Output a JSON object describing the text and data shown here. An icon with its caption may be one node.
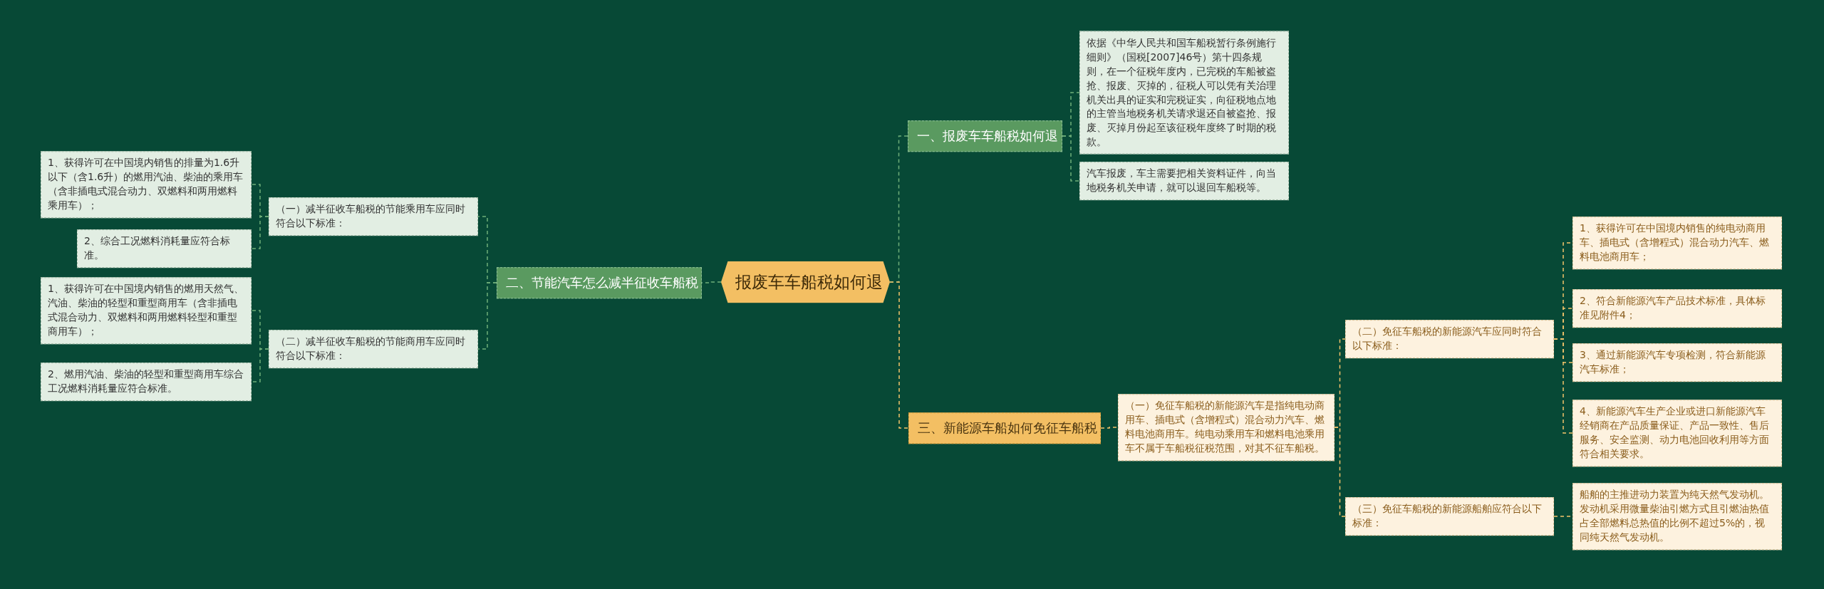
{
  "diagram": {
    "nodes": [
      {
        "text": [
          "报废车车船税如何退"
        ]
      },
      {
        "text": [
          "一、报废车车船税如何退"
        ]
      },
      {
        "text": [
          "依据《中华人民共和国车船税暂行条例施行细则》（国税[2007]46号）第十四条规则，在一个征税年度内，已完税的车船被盗抢、报废、灭掉的，征税人可以凭有关治理机关出具的证实和完税证实，向征税地点地的主管当地税务机关请求退还自被盗抢、报废、灭掉月份起至该征税年度终了时期的税款。"
        ]
      },
      {
        "text": [
          "汽车报废，车主需要把相关资料证件，向当地税务机关申请，就可以退回车船税等。"
        ]
      },
      {
        "text": [
          "二、节能汽车怎么减半征收车船税"
        ]
      },
      {
        "text": [
          "（一）减半征收车船税的节能乘用车应同时符合以下标准："
        ]
      },
      {
        "text": [
          "1、获得许可在中国境内销售的排量为1.6升以下（含1.6升）的燃用汽油、柴油的乘用车（含非插电式混合动力、双燃料和两用燃料乘用车）；"
        ]
      },
      {
        "text": [
          "2、综合工况燃料消耗量应符合标准。"
        ]
      },
      {
        "text": [
          "（二）减半征收车船税的节能商用车应同时符合以下标准："
        ]
      },
      {
        "text": [
          "1、获得许可在中国境内销售的燃用天然气、汽油、柴油的轻型和重型商用车（含非插电式混合动力、双燃料和两用燃料轻型和重型商用车）；"
        ]
      },
      {
        "text": [
          "2、燃用汽油、柴油的轻型和重型商用车综合工况燃料消耗量应符合标准。"
        ]
      },
      {
        "text": [
          "三、新能源车船如何免征车船税"
        ]
      },
      {
        "text": [
          "（一）免征车船税的新能源汽车是指纯电动商用车、插电式（含增程式）混合动力汽车、燃料电池商用车。纯电动乘用车和燃料电池乘用车不属于车船税征税范围，对其不征车船税。"
        ]
      },
      {
        "text": [
          "（二）免征车船税的新能源汽车应同时符合以下标准："
        ]
      },
      {
        "text": [
          "1、获得许可在中国境内销售的纯电动商用车、插电式（含增程式）混合动力汽车、燃料电池商用车；"
        ]
      },
      {
        "text": [
          "2、符合新能源汽车产品技术标准，具体标准见附件4；"
        ]
      },
      {
        "text": [
          "3、通过新能源汽车专项检测，符合新能源汽车标准；"
        ]
      },
      {
        "text": [
          "4、新能源汽车生产企业或进口新能源汽车经销商在产品质量保证、产品一致性、售后服务、安全监测、动力电池回收利用等方面符合相关要求。"
        ]
      },
      {
        "text": [
          "（三）免征车船税的新能源船舶应符合以下标准："
        ]
      },
      {
        "text": [
          "船舶的主推进动力装置为纯天然气发动机。发动机采用微量柴油引燃方式且引燃油热值占全部燃料总热值的比例不超过5%的，视同纯天然气发动机。"
        ]
      }
    ],
    "edges": [
      {
        "from": 0,
        "to": 1,
        "arrow": "none",
        "style": "dashed"
      },
      {
        "from": 1,
        "to": 2,
        "arrow": "none",
        "style": "dashed"
      },
      {
        "from": 1,
        "to": 3,
        "arrow": "none",
        "style": "dashed"
      },
      {
        "from": 0,
        "to": 4,
        "arrow": "none",
        "style": "dashed"
      },
      {
        "from": 4,
        "to": 5,
        "arrow": "none",
        "style": "dashed"
      },
      {
        "from": 5,
        "to": 6,
        "arrow": "none",
        "style": "dashed"
      },
      {
        "from": 5,
        "to": 7,
        "arrow": "none",
        "style": "dashed"
      },
      {
        "from": 4,
        "to": 8,
        "arrow": "none",
        "style": "dashed"
      },
      {
        "from": 8,
        "to": 9,
        "arrow": "none",
        "style": "dashed"
      },
      {
        "from": 8,
        "to": 10,
        "arrow": "none",
        "style": "dashed"
      },
      {
        "from": 0,
        "to": 11,
        "arrow": "none",
        "style": "dashed",
        "color": "#f3c46b"
      },
      {
        "from": 11,
        "to": 12,
        "arrow": "none",
        "style": "dashed",
        "color": "#f3c46b"
      },
      {
        "from": 12,
        "to": 13,
        "arrow": "none",
        "style": "dashed",
        "color": "#f3c46b"
      },
      {
        "from": 13,
        "to": 14,
        "arrow": "none",
        "style": "dashed",
        "color": "#f3c46b"
      },
      {
        "from": 13,
        "to": 15,
        "arrow": "none",
        "style": "dashed",
        "color": "#f3c46b"
      },
      {
        "from": 13,
        "to": 16,
        "arrow": "none",
        "style": "dashed",
        "color": "#f3c46b"
      },
      {
        "from": 13,
        "to": 17,
        "arrow": "none",
        "style": "dashed",
        "color": "#f3c46b"
      },
      {
        "from": 12,
        "to": 18,
        "arrow": "none",
        "style": "dashed",
        "color": "#f3c46b"
      },
      {
        "from": 18,
        "to": 19,
        "arrow": "none",
        "style": "dashed",
        "color": "#f3c46b"
      }
    ]
  }
}
